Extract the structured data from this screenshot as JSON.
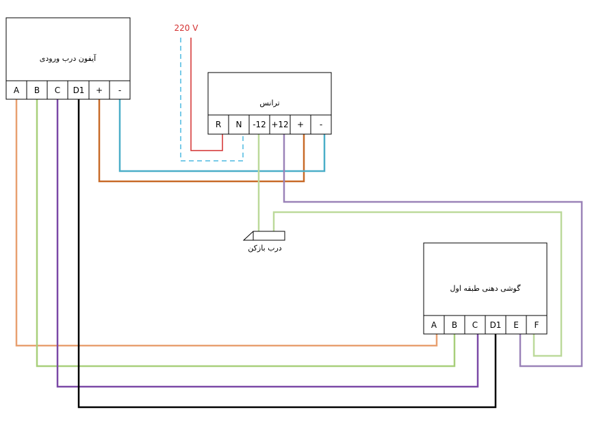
{
  "devices": {
    "intercom": {
      "label": "آیفون درب ورودی",
      "terminals": [
        "A",
        "B",
        "C",
        "D1",
        "+",
        "-"
      ]
    },
    "transformer": {
      "label": "ترانس",
      "terminals": [
        "R",
        "N",
        "-12",
        "+12",
        "+",
        "-"
      ]
    },
    "handset": {
      "label": "گوشی دهنی طبقه اول",
      "terminals": [
        "A",
        "B",
        "C",
        "D1",
        "E",
        "F"
      ]
    }
  },
  "power": {
    "label": "220 V"
  },
  "door_lock": {
    "label": "درب بازکن"
  },
  "wire_colors": {
    "orange": "#e8a070",
    "green": "#a8cf7a",
    "purple": "#7a48a6",
    "black": "#000000",
    "brown": "#c86a28",
    "cyan": "#4aaec8",
    "red": "#d32f2f",
    "cyan_dashed": "#4ab8e0",
    "light_green": "#bcd99a",
    "light_purple": "#9a82b8"
  }
}
